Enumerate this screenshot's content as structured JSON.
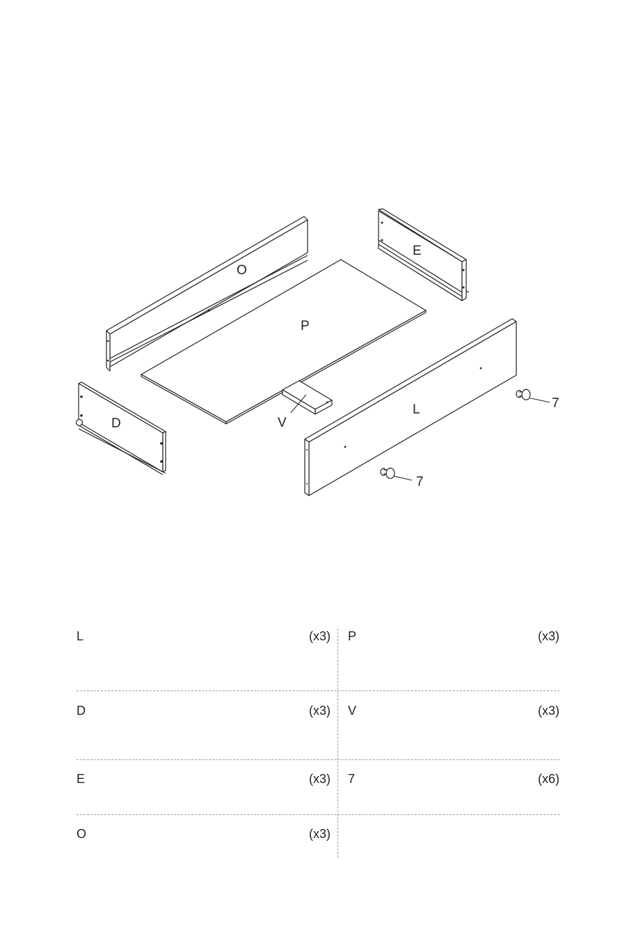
{
  "diagram": {
    "callouts": {
      "O": "O",
      "E": "E",
      "P": "P",
      "D": "D",
      "V": "V",
      "L": "L",
      "knob_right": "7",
      "knob_bottom": "7"
    }
  },
  "parts_list": [
    {
      "letter": "L",
      "qty": "(x3)"
    },
    {
      "letter": "P",
      "qty": "(x3)"
    },
    {
      "letter": "D",
      "qty": "(x3)"
    },
    {
      "letter": "V",
      "qty": "(x3)"
    },
    {
      "letter": "E",
      "qty": "(x3)"
    },
    {
      "letter": "7",
      "qty": "(x6)"
    },
    {
      "letter": "O",
      "qty": "(x3)"
    }
  ]
}
